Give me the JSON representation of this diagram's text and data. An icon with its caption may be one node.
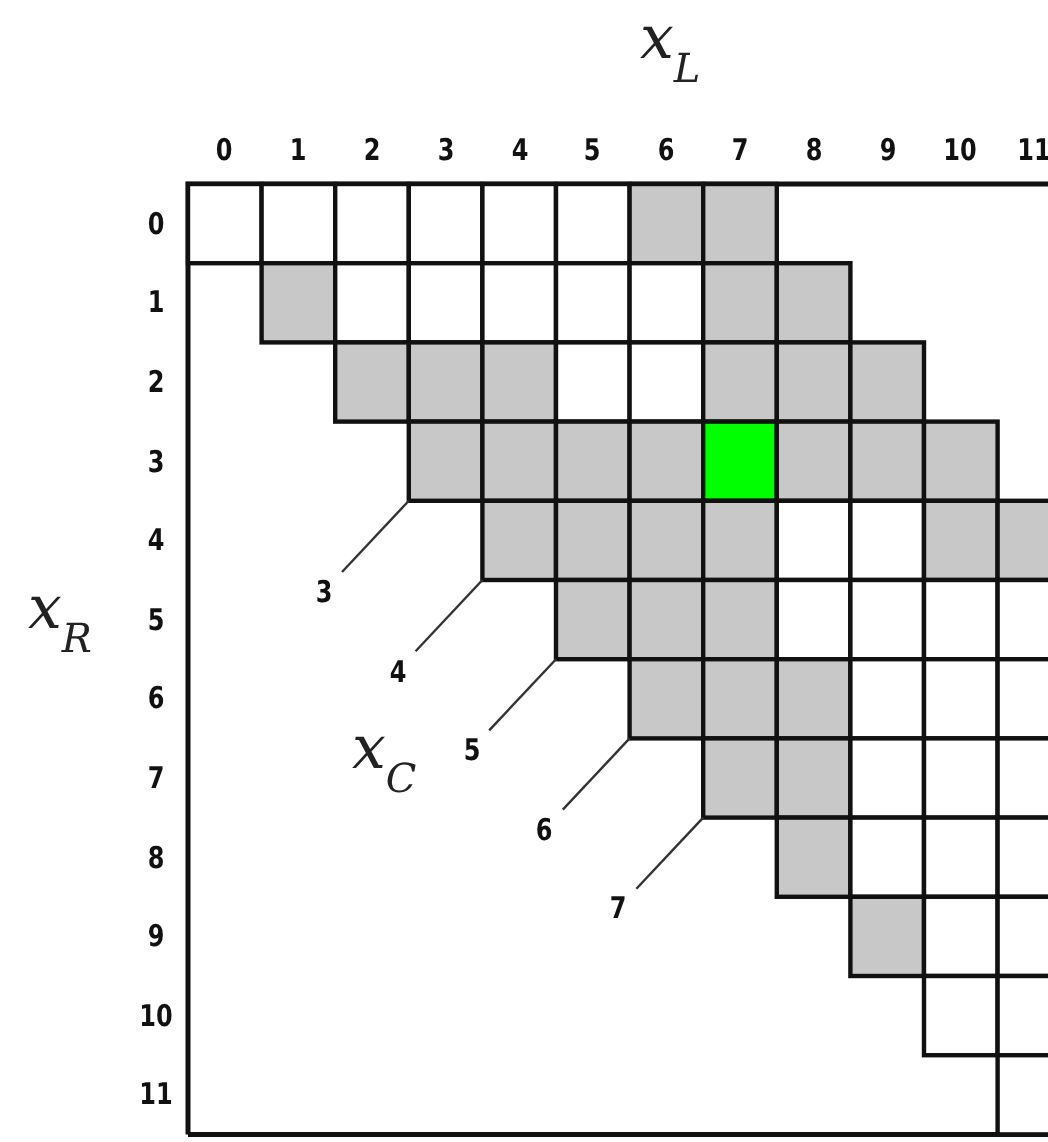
{
  "diagram": {
    "nodes": [
      {
        "text": [
          "3"
        ]
      },
      {
        "text": [
          "4"
        ]
      },
      {
        "text": [
          "5"
        ]
      },
      {
        "text": [
          "6"
        ]
      },
      {
        "text": [
          "7"
        ]
      }
    ],
    "edges": [
      {
        "from": 0,
        "to": null,
        "arrow": "none"
      },
      {
        "from": 1,
        "to": null,
        "arrow": "none"
      },
      {
        "from": 2,
        "to": null,
        "arrow": "none"
      },
      {
        "from": 3,
        "to": null,
        "arrow": "none"
      },
      {
        "from": 4,
        "to": null,
        "arrow": "none"
      }
    ],
    "labels": [
      "x$_{L}$",
      "0",
      "1",
      "2",
      "3",
      "4",
      "5",
      "6",
      "7",
      "8",
      "9",
      "10",
      "11",
      "0",
      "1",
      "2",
      "3",
      "4",
      "5",
      "6",
      "7",
      "8",
      "9",
      "10",
      "11",
      "x$_{R}$",
      "x$_{C}$"
    ]
  }
}
